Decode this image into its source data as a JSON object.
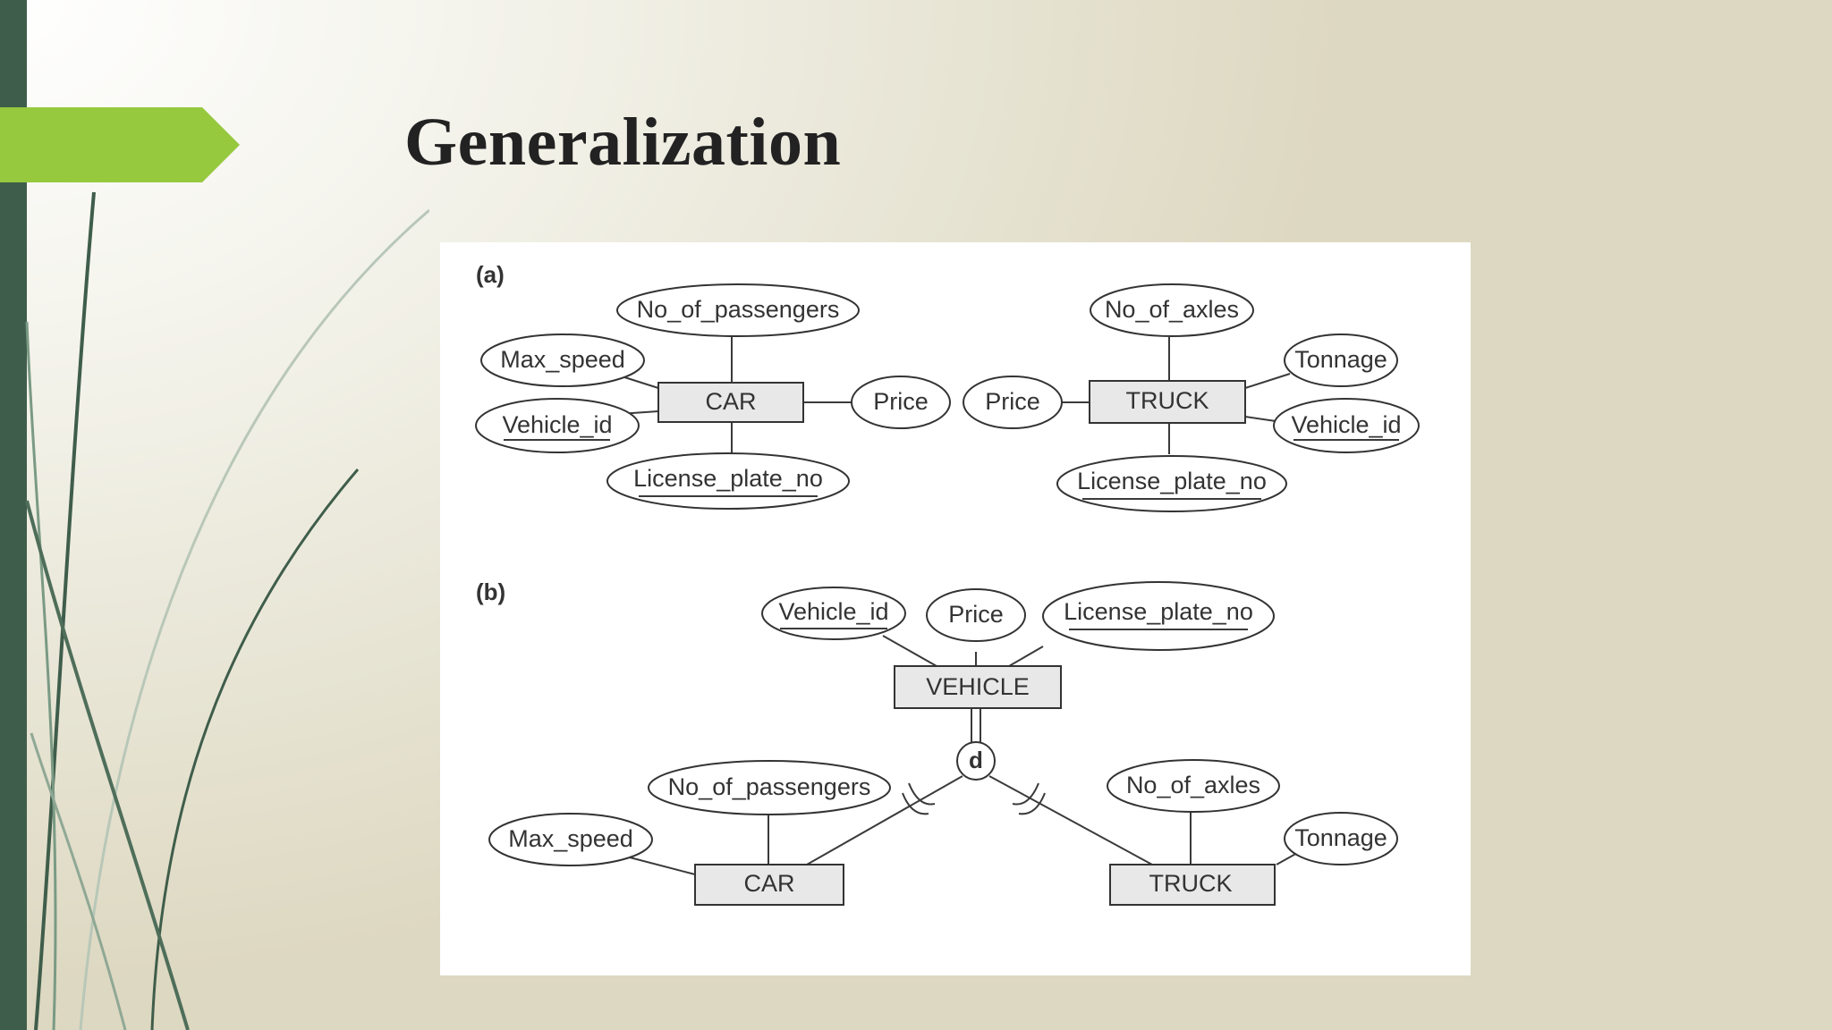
{
  "slide": {
    "title": "Generalization"
  },
  "diagram": {
    "part_a": {
      "label": "(a)",
      "car": {
        "entity": "CAR",
        "no_of_passengers": "No_of_passengers",
        "max_speed": "Max_speed",
        "vehicle_id": "Vehicle_id",
        "price": "Price",
        "license_plate_no": "License_plate_no"
      },
      "truck": {
        "entity": "TRUCK",
        "no_of_axles": "No_of_axles",
        "tonnage": "Tonnage",
        "price": "Price",
        "vehicle_id": "Vehicle_id",
        "license_plate_no": "License_plate_no"
      }
    },
    "part_b": {
      "label": "(b)",
      "vehicle": {
        "entity": "VEHICLE",
        "vehicle_id": "Vehicle_id",
        "price": "Price",
        "license_plate_no": "License_plate_no"
      },
      "disjoint": "d",
      "car": {
        "entity": "CAR",
        "no_of_passengers": "No_of_passengers",
        "max_speed": "Max_speed"
      },
      "truck": {
        "entity": "TRUCK",
        "no_of_axles": "No_of_axles",
        "tonnage": "Tonnage"
      }
    }
  },
  "colors": {
    "accent": "#96c93d",
    "side_bar": "#3f5d4b",
    "entity_fill": "#e8e8e8"
  }
}
